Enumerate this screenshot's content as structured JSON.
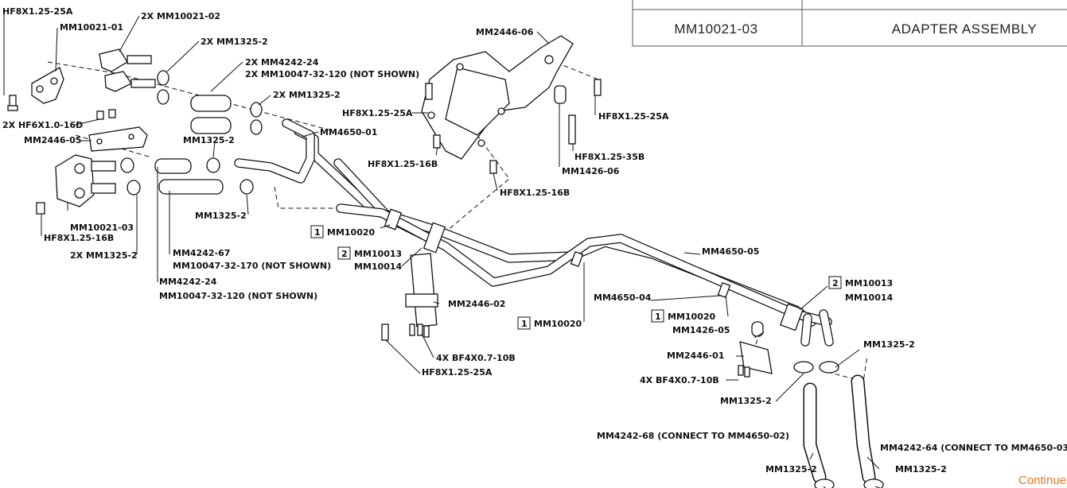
{
  "table": {
    "part_number": "MM10021-03",
    "description": "ADAPTER ASSEMBLY"
  },
  "continue_label": "Continue",
  "colors": {
    "accent": "#e8782b",
    "line": "#111111"
  },
  "labels": {
    "hf8_25a_top": "HF8X1.25-25A",
    "mm10021_01": "MM10021-01",
    "mm10021_02": "2X MM10021-02",
    "mm1325_2x_a": "2X MM1325-2",
    "mm4242_24_2x": "2X MM4242-24",
    "mm10047_120_2x": "2X MM10047-32-120 (NOT SHOWN)",
    "mm1325_2x_b": "2X MM1325-2",
    "hf6": "2X HF6X1.0-16D",
    "mm2446_05": "MM2446-05",
    "mm1325_2_a": "MM1325-2",
    "mm4650_01": "MM4650-01",
    "mm2446_06": "MM2446-06",
    "hf8_25a_left": "HF8X1.25-25A",
    "hf8_25a_right": "HF8X1.25-25A",
    "hf8_16b_a": "HF8X1.25-16B",
    "hf8_35b": "HF8X1.25-35B",
    "mm1426_06": "MM1426-06",
    "hf8_16b_b": "HF8X1.25-16B",
    "mm1325_2_b": "MM1325-2",
    "mm10021_03": "MM10021-03",
    "hf8_16b_c": "HF8X1.25-16B",
    "mm1325_2x_c": "2X MM1325-2",
    "mm4242_67": "MM4242-67",
    "mm10047_170": "MM10047-32-170 (NOT SHOWN)",
    "mm4242_24": "MM4242-24",
    "mm10047_120": "MM10047-32-120 (NOT SHOWN)",
    "callout1_num": "1",
    "mm10020_a": "MM10020",
    "callout2_num": "2",
    "mm10013_a": "MM10013",
    "mm10014_a": "MM10014",
    "mm2446_02": "MM2446-02",
    "bf4_a": "4X BF4X0.7-10B",
    "hf8_25a_bottom": "HF8X1.25-25A",
    "callout3_num": "1",
    "mm10020_b": "MM10020",
    "mm4650_05": "MM4650-05",
    "mm4650_04": "MM4650-04",
    "callout4_num": "1",
    "mm10020_c": "MM10020",
    "callout5_num": "2",
    "mm10013_b": "MM10013",
    "mm10014_b": "MM10014",
    "mm1426_05": "MM1426-05",
    "mm2446_01": "MM2446-01",
    "bf4_b": "4X BF4X0.7-10B",
    "mm1325_2_c": "MM1325-2",
    "mm1325_2_d": "MM1325-2",
    "mm4242_68": "MM4242-68 (CONNECT TO MM4650-02)",
    "mm4242_64": "MM4242-64 (CONNECT TO MM4650-03)",
    "mm1325_2_e": "MM1325-2",
    "mm1325_2_f": "MM1325-2"
  }
}
